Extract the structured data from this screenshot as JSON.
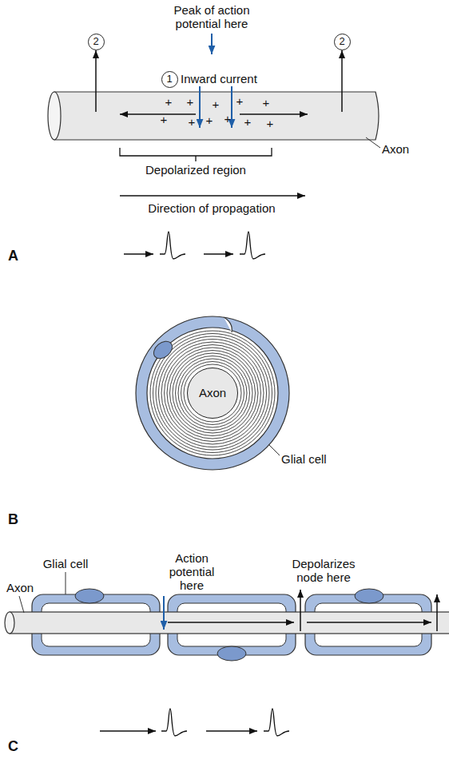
{
  "diagram": {
    "nodes": [
      {
        "text": [
          "2"
        ]
      },
      {
        "text": [
          "2"
        ]
      },
      {
        "text": [
          "1"
        ]
      },
      {
        "text": [
          "Axon"
        ]
      }
    ],
    "labels": [
      "Peak of action potential here",
      "Inward current",
      "+",
      "+",
      "+",
      "+",
      "+",
      "+",
      "+",
      "+",
      "+",
      "+",
      "+",
      "Axon",
      "Depolarized region",
      "Direction of propagation",
      "A",
      "Glial cell",
      "B",
      "Glial cell",
      "Axon",
      "Action potential here",
      "Depolarizes node here",
      "C"
    ]
  }
}
